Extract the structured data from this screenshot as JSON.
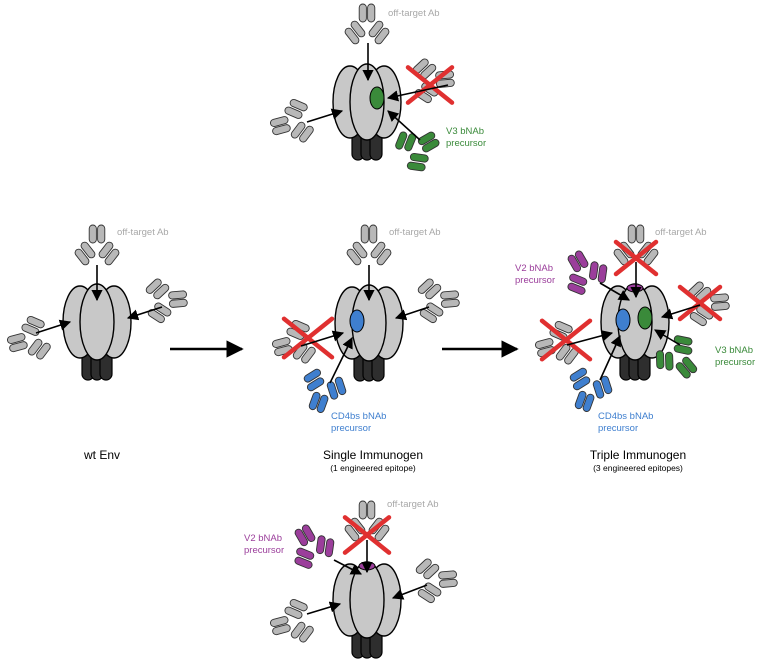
{
  "labels": {
    "off_target_ab": "off-target Ab",
    "v3_line1": "V3 bNAb",
    "v3_line2": "precursor",
    "v2_line1": "V2 bNAb",
    "v2_line2": "precursor",
    "cd4bs_line1": "CD4bs bNAb",
    "cd4bs_line2": "precursor",
    "wt_env": "wt Env",
    "single_title": "Single Immunogen",
    "single_sub": "(1 engineered epitope)",
    "triple_title": "Triple Immunogen",
    "triple_sub": "(3 engineered epitopes)"
  },
  "colors": {
    "env_fill": "#c8c8c8",
    "stem_fill": "#2e2e2e",
    "ab_gray": "#b8b8b8",
    "v3_green": "#3a8a3a",
    "cd4bs_blue": "#3f7fcf",
    "v2_purple": "#9b3e9b",
    "block_red": "#e03030",
    "label_gray": "#a8a8a8"
  },
  "icons": [
    "env-trimer-icon",
    "antibody-icon",
    "arrow-icon",
    "blocked-x-icon"
  ]
}
